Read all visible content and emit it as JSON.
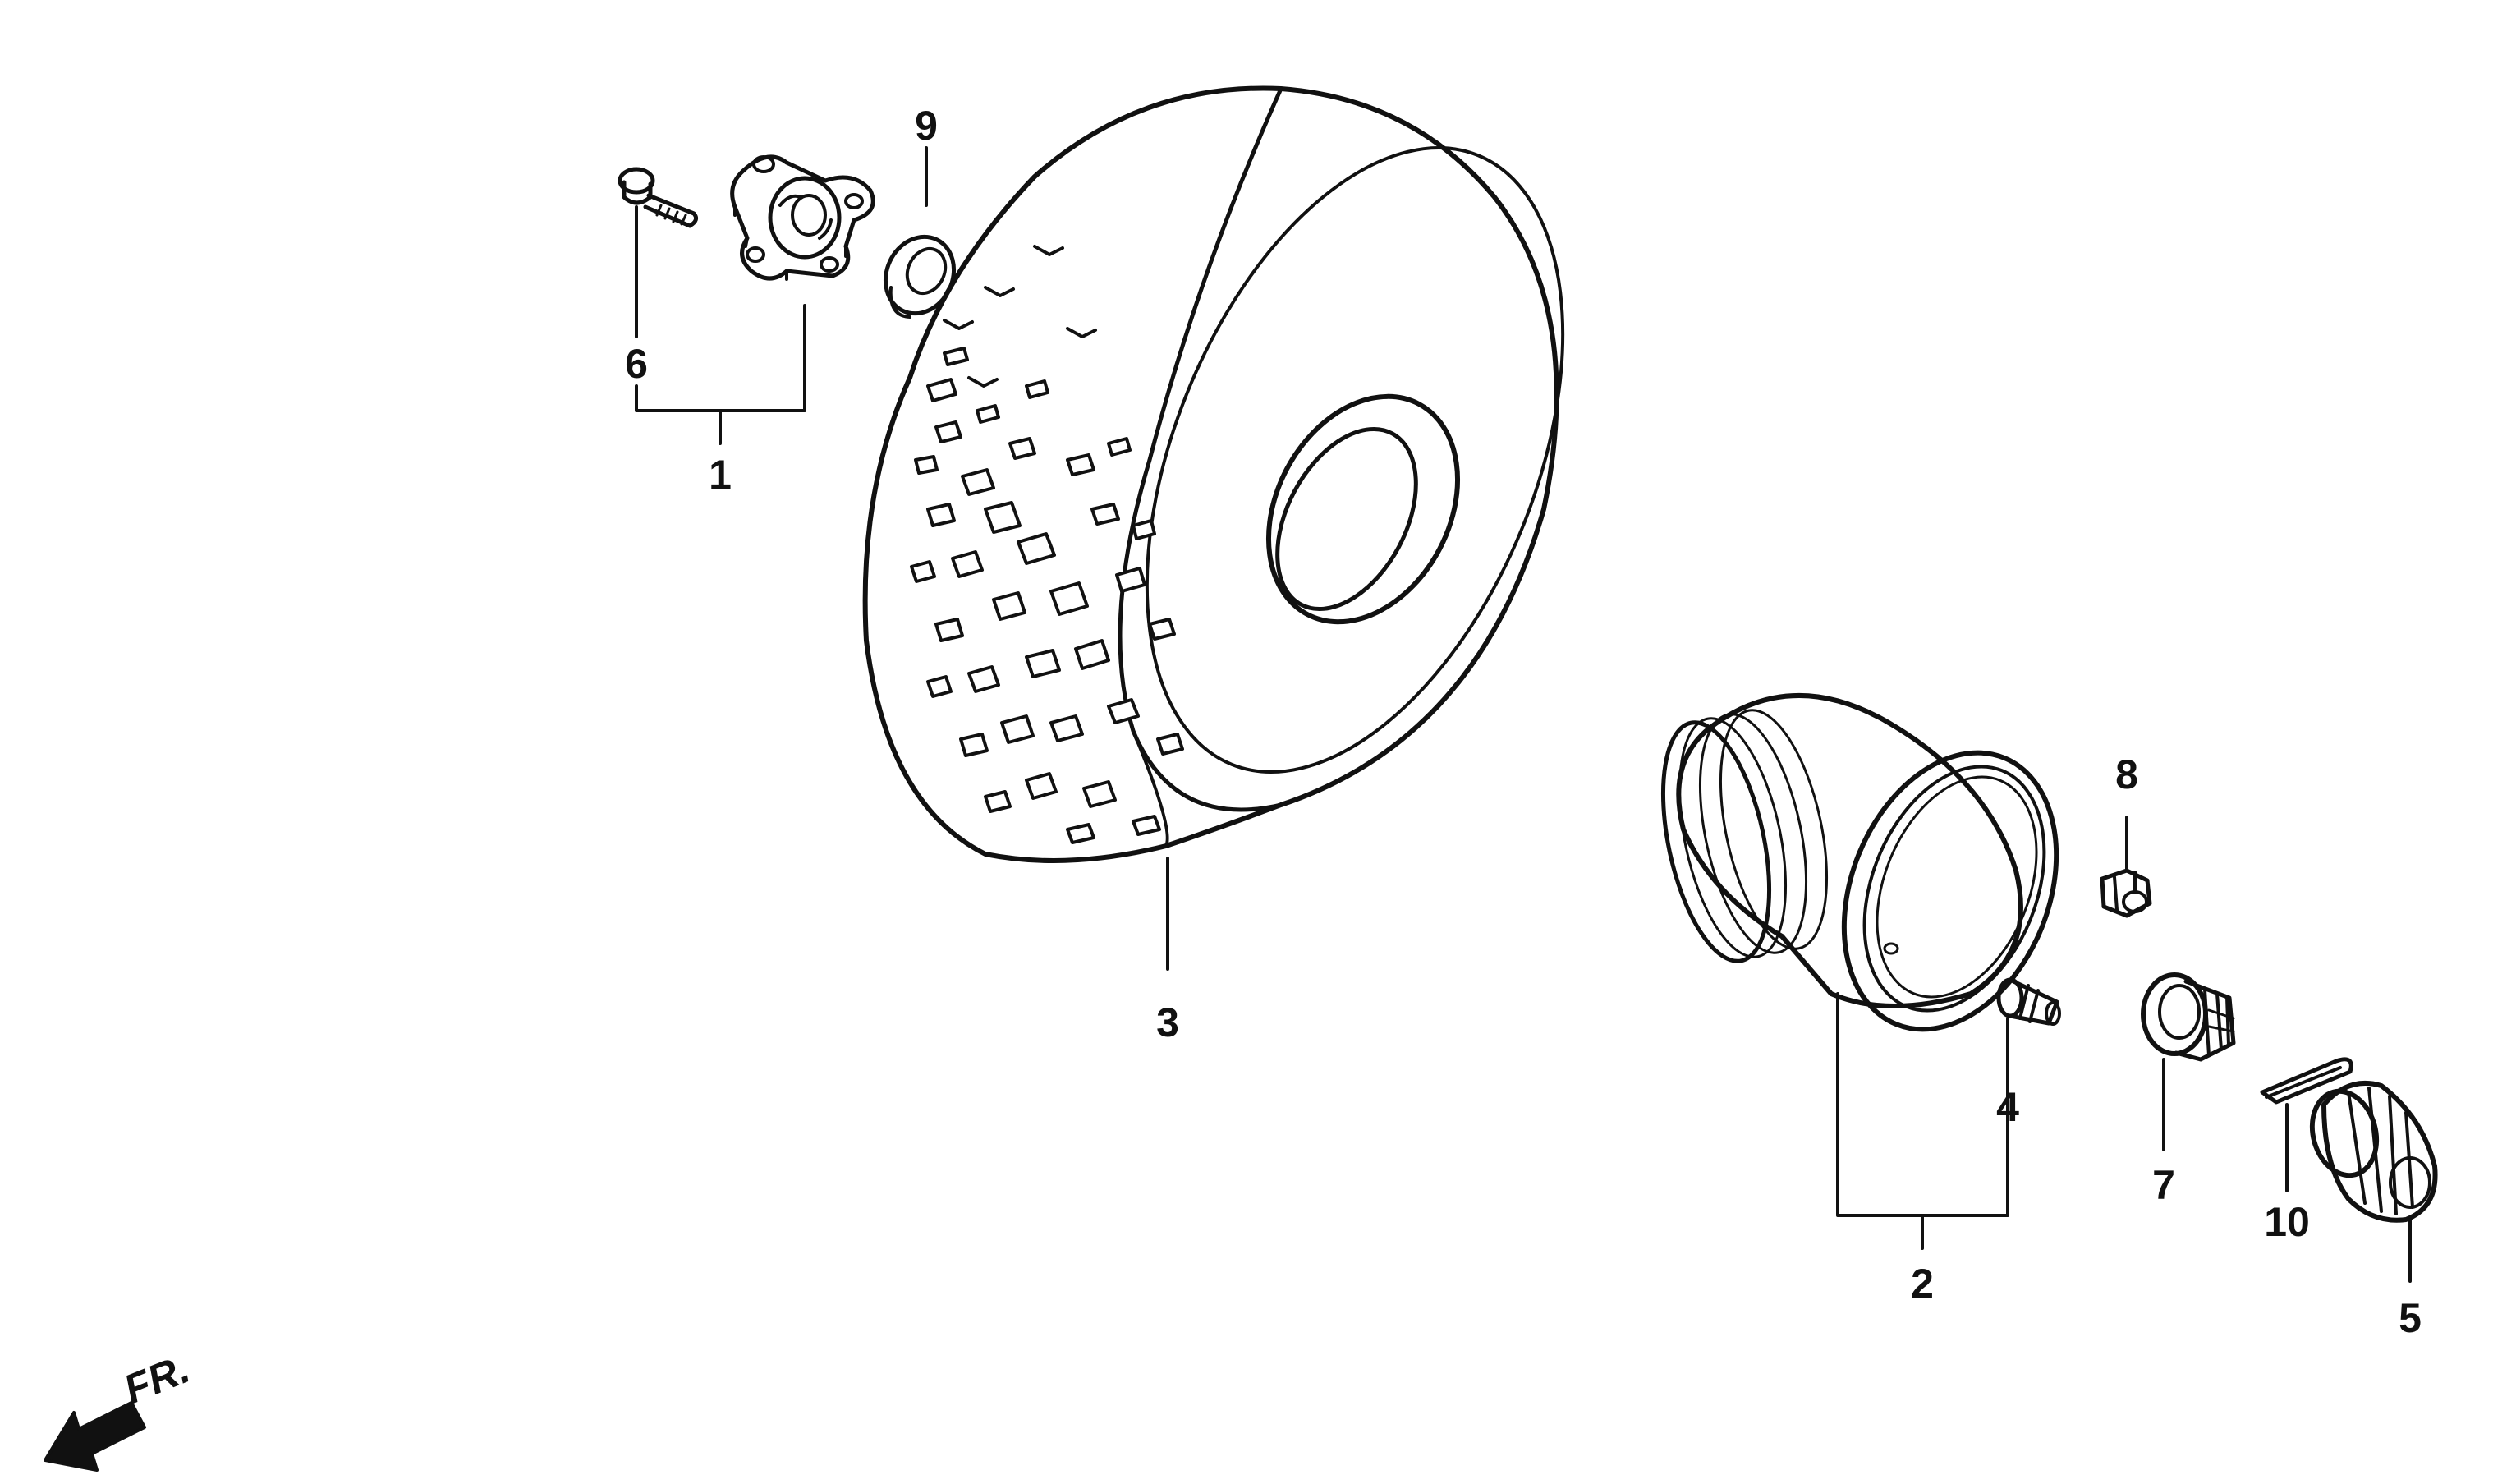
{
  "diagram": {
    "labels": {
      "p1": "1",
      "p2": "2",
      "p3": "3",
      "p4": "4",
      "p5": "5",
      "p6": "6",
      "p7": "7",
      "p8": "8",
      "p9": "9",
      "p10": "10"
    },
    "direction": "FR."
  }
}
